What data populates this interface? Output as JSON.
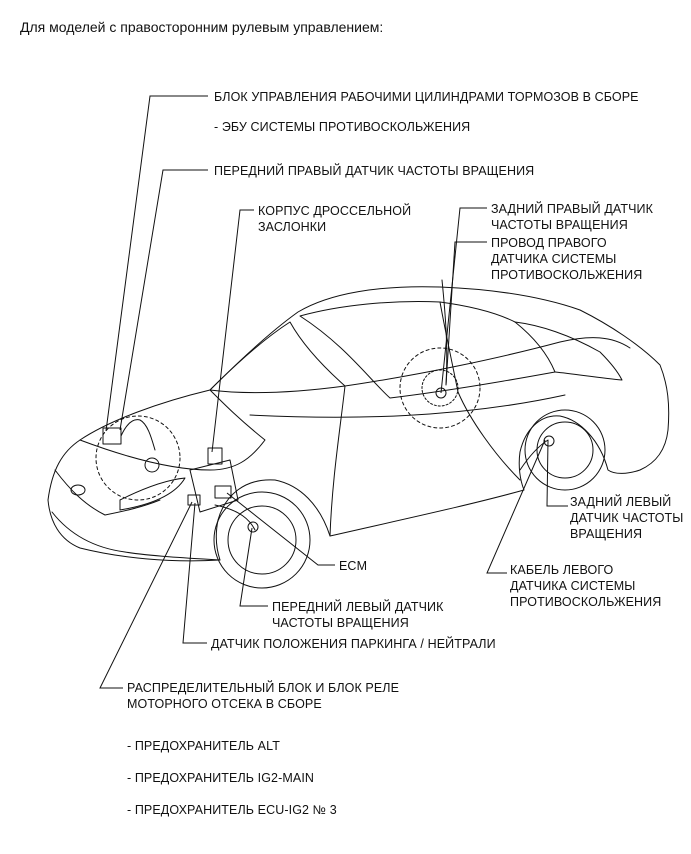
{
  "heading": "Для моделей с правосторонним рулевым управлением:",
  "labels": {
    "brake_actuator": "БЛОК УПРАВЛЕНИЯ РАБОЧИМИ ЦИЛИНДРАМИ ТОРМОЗОВ В СБОРЕ",
    "skid_ecu": "- ЭБУ СИСТЕМЫ ПРОТИВОСКОЛЬЖЕНИЯ",
    "front_right_sensor": "ПЕРЕДНИЙ ПРАВЫЙ ДАТЧИК ЧАСТОТЫ ВРАЩЕНИЯ",
    "throttle_body": [
      "КОРПУС ДРОССЕЛЬНОЙ",
      "ЗАСЛОНКИ"
    ],
    "rear_right_sensor": [
      "ЗАДНИЙ ПРАВЫЙ ДАТЧИК",
      "ЧАСТОТЫ ВРАЩЕНИЯ"
    ],
    "rear_right_wire": [
      "ПРОВОД ПРАВОГО",
      "ДАТЧИКА СИСТЕМЫ",
      "ПРОТИВОСКОЛЬЖЕНИЯ"
    ],
    "rear_left_sensor": [
      "ЗАДНИЙ ЛЕВЫЙ",
      "ДАТЧИК ЧАСТОТЫ",
      "ВРАЩЕНИЯ"
    ],
    "ecm": "ECM",
    "left_wire": [
      "КАБЕЛЬ ЛЕВОГО",
      "ДАТЧИКА СИСТЕМЫ",
      "ПРОТИВОСКОЛЬЖЕНИЯ"
    ],
    "front_left_sensor": [
      "ПЕРЕДНИЙ ЛЕВЫЙ ДАТЧИК",
      "ЧАСТОТЫ ВРАЩЕНИЯ"
    ],
    "park_neutral": "ДАТЧИК ПОЛОЖЕНИЯ ПАРКИНГА / НЕЙТРАЛИ",
    "relay_block": [
      "РАСПРЕДЕЛИТЕЛЬНЫЙ БЛОК И БЛОК РЕЛЕ",
      "МОТОРНОГО ОТСЕКА В СБОРЕ"
    ],
    "fuse_alt": "- ПРЕДОХРАНИТЕЛЬ ALT",
    "fuse_ig2": "- ПРЕДОХРАНИТЕЛЬ IG2-MAIN",
    "fuse_ecu": "- ПРЕДОХРАНИТЕЛЬ ECU-IG2 № 3"
  }
}
